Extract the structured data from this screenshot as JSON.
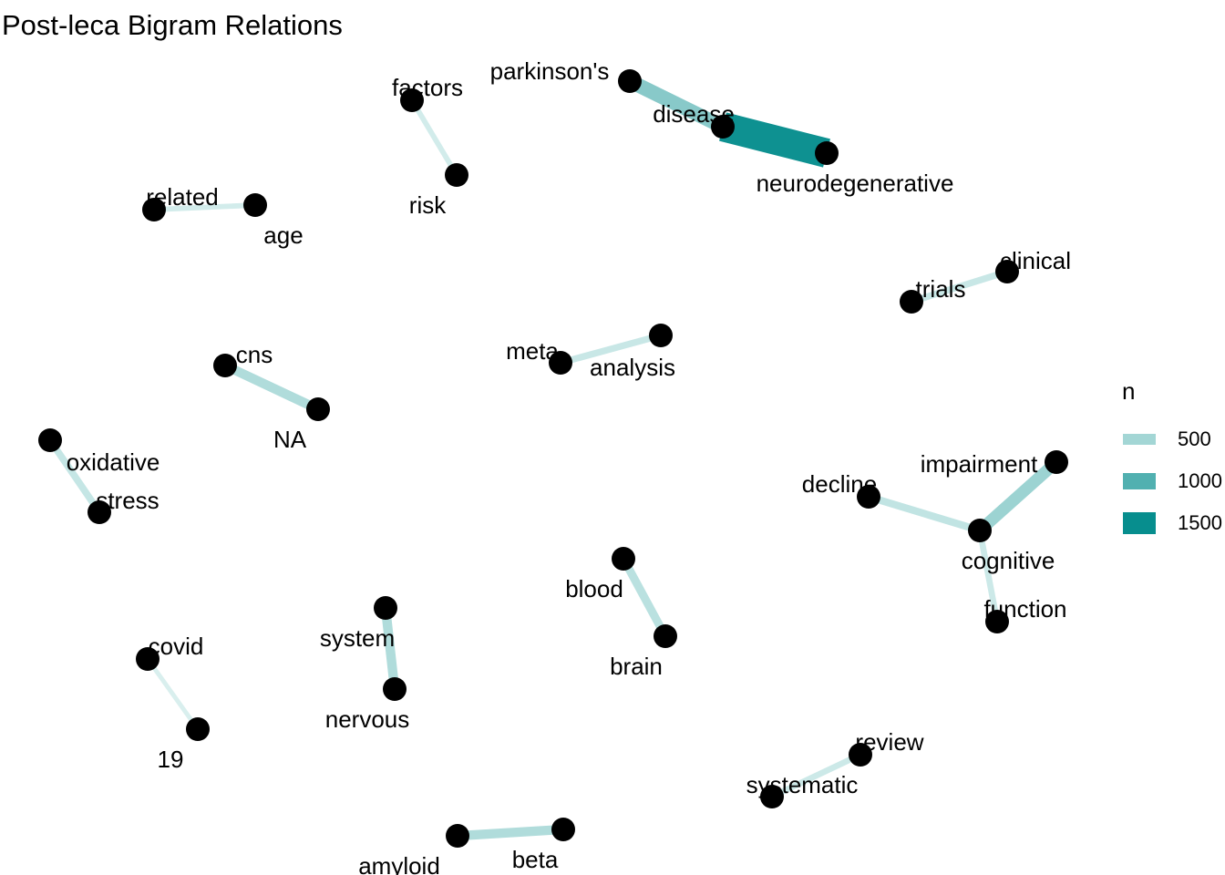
{
  "title": "Post-leca Bigram Relations",
  "legend": {
    "title": "n",
    "items": [
      {
        "label": "500",
        "value": 500
      },
      {
        "label": "1000",
        "value": 1000
      },
      {
        "label": "1500",
        "value": 1500
      }
    ]
  },
  "colors": {
    "low": "#e0f2f1",
    "high": "#008b8b",
    "node": "#000000"
  },
  "nodes": [
    {
      "id": "parkinsons",
      "label": "parkinson's"
    },
    {
      "id": "disease",
      "label": "disease"
    },
    {
      "id": "neurodegenerative",
      "label": "neurodegenerative"
    },
    {
      "id": "factors",
      "label": "factors"
    },
    {
      "id": "risk",
      "label": "risk"
    },
    {
      "id": "related",
      "label": "related"
    },
    {
      "id": "age",
      "label": "age"
    },
    {
      "id": "clinical",
      "label": "clinical"
    },
    {
      "id": "trials",
      "label": "trials"
    },
    {
      "id": "meta",
      "label": "meta"
    },
    {
      "id": "analysis",
      "label": "analysis"
    },
    {
      "id": "cns",
      "label": "cns"
    },
    {
      "id": "na",
      "label": "NA"
    },
    {
      "id": "oxidative",
      "label": "oxidative"
    },
    {
      "id": "stress",
      "label": "stress"
    },
    {
      "id": "impairment",
      "label": "impairment"
    },
    {
      "id": "decline",
      "label": "decline"
    },
    {
      "id": "cognitive",
      "label": "cognitive"
    },
    {
      "id": "function",
      "label": "function"
    },
    {
      "id": "blood",
      "label": "blood"
    },
    {
      "id": "brain",
      "label": "brain"
    },
    {
      "id": "system",
      "label": "system"
    },
    {
      "id": "nervous",
      "label": "nervous"
    },
    {
      "id": "covid",
      "label": "covid"
    },
    {
      "id": "n19",
      "label": "19"
    },
    {
      "id": "review",
      "label": "review"
    },
    {
      "id": "systematic",
      "label": "systematic"
    },
    {
      "id": "amyloid",
      "label": "amyloid"
    },
    {
      "id": "beta",
      "label": "beta"
    }
  ],
  "edges": [
    {
      "from": "disease",
      "to": "neurodegenerative",
      "n": 1700
    },
    {
      "from": "parkinsons",
      "to": "disease",
      "n": 800
    },
    {
      "from": "factors",
      "to": "risk",
      "n": 250
    },
    {
      "from": "related",
      "to": "age",
      "n": 250
    },
    {
      "from": "trials",
      "to": "clinical",
      "n": 330
    },
    {
      "from": "meta",
      "to": "analysis",
      "n": 330
    },
    {
      "from": "cns",
      "to": "na",
      "n": 500
    },
    {
      "from": "oxidative",
      "to": "stress",
      "n": 350
    },
    {
      "from": "cognitive",
      "to": "impairment",
      "n": 650
    },
    {
      "from": "decline",
      "to": "cognitive",
      "n": 380
    },
    {
      "from": "cognitive",
      "to": "function",
      "n": 300
    },
    {
      "from": "blood",
      "to": "brain",
      "n": 430
    },
    {
      "from": "system",
      "to": "nervous",
      "n": 500
    },
    {
      "from": "covid",
      "to": "n19",
      "n": 200
    },
    {
      "from": "systematic",
      "to": "review",
      "n": 300
    },
    {
      "from": "amyloid",
      "to": "beta",
      "n": 500
    }
  ]
}
